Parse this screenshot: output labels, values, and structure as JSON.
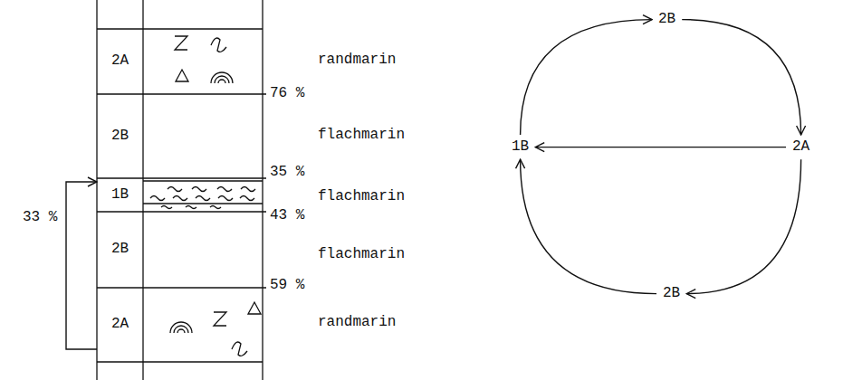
{
  "diagram": {
    "nodes": [
      {
        "text": [
          "2A"
        ]
      },
      {
        "text": [
          "2B"
        ]
      },
      {
        "text": [
          "1B"
        ]
      },
      {
        "text": [
          "2B"
        ]
      },
      {
        "text": [
          "2A"
        ]
      },
      {
        "text": [
          "2B"
        ]
      },
      {
        "text": [
          "1B"
        ]
      },
      {
        "text": [
          "2A"
        ]
      },
      {
        "text": [
          "2B"
        ]
      }
    ],
    "edges": [
      {
        "from": 6,
        "to": 5,
        "arrow": "to"
      },
      {
        "from": 5,
        "to": 7,
        "arrow": "to"
      },
      {
        "from": 7,
        "to": 8,
        "arrow": "to"
      },
      {
        "from": 8,
        "to": 6,
        "arrow": "to"
      },
      {
        "from": 7,
        "to": 6,
        "arrow": "to"
      },
      {
        "from": 4,
        "to": 2,
        "label": "33 %",
        "arrow": "to"
      }
    ],
    "labels": [
      "randmarin",
      "76 %",
      "flachmarin",
      "35 %",
      "flachmarin",
      "43 %",
      "flachmarin",
      "59 %",
      "randmarin"
    ]
  }
}
